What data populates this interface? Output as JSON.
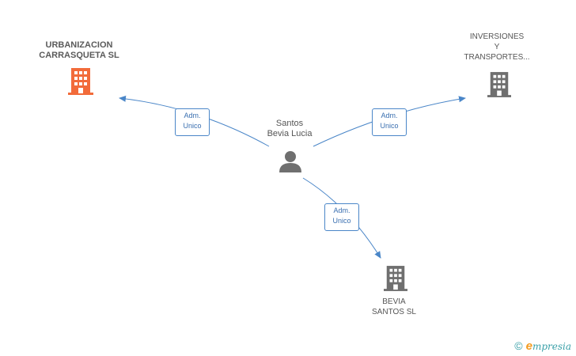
{
  "nodes": {
    "person": {
      "line1": "Santos",
      "line2": "Bevia Lucia"
    },
    "company_left": {
      "line1": "URBANIZACION",
      "line2": "CARRASQUETA SL"
    },
    "company_right": {
      "line1": "INVERSIONES",
      "line2": "Y",
      "line3": "TRANSPORTES..."
    },
    "company_bottom": {
      "line1": "BEVIA",
      "line2": "SANTOS SL"
    }
  },
  "edges": [
    {
      "from": "person",
      "to": "company_left",
      "label_line1": "Adm.",
      "label_line2": "Unico"
    },
    {
      "from": "person",
      "to": "company_right",
      "label_line1": "Adm.",
      "label_line2": "Unico"
    },
    {
      "from": "person",
      "to": "company_bottom",
      "label_line1": "Adm.",
      "label_line2": "Unico"
    }
  ],
  "colors": {
    "edge": "#4a86c8",
    "highlight_company": "#f26b3a",
    "company": "#6f6f6f",
    "person": "#6f6f6f"
  },
  "brand": {
    "copyright": "©",
    "e": "e",
    "rest": "mpresia"
  }
}
